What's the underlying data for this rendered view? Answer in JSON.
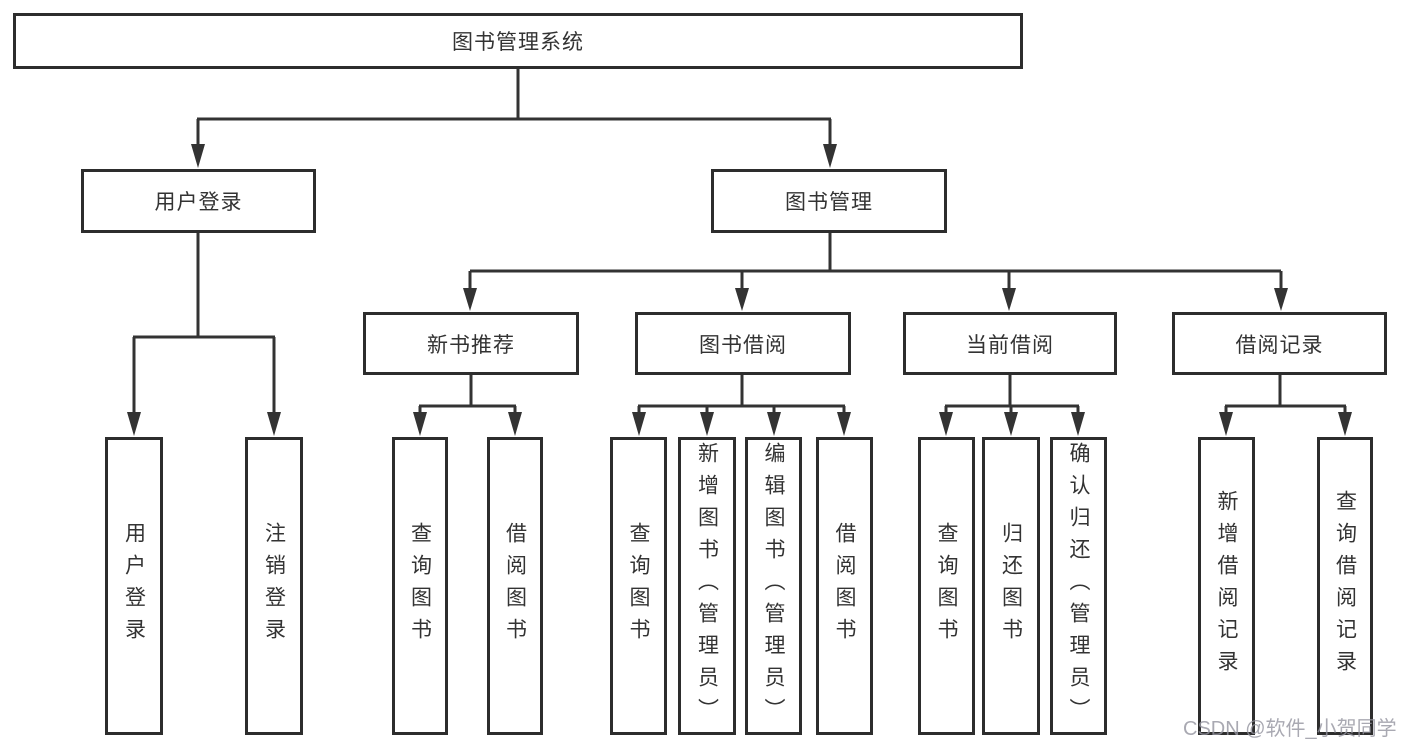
{
  "diagram": {
    "title": "图书管理系统",
    "branches": [
      {
        "label": "用户登录",
        "leaves": [
          "用户登录",
          "注销登录"
        ]
      },
      {
        "label": "图书管理",
        "groups": [
          {
            "label": "新书推荐",
            "leaves": [
              "查询图书",
              "借阅图书"
            ]
          },
          {
            "label": "图书借阅",
            "leaves": [
              "查询图书",
              "新增图书（管理员）",
              "编辑图书（管理员）",
              "借阅图书"
            ]
          },
          {
            "label": "当前借阅",
            "leaves": [
              "查询图书",
              "归还图书",
              "确认归还（管理员）"
            ]
          },
          {
            "label": "借阅记录",
            "leaves": [
              "新增借阅记录",
              "查询借阅记录"
            ]
          }
        ]
      }
    ]
  },
  "watermark": {
    "text": "CSDN @软件_小贺同学"
  },
  "colors": {
    "background": "#ffffff",
    "box_border": "#2d2d2d",
    "line": "#333333",
    "text": "#333333",
    "watermark": "#94949f"
  }
}
